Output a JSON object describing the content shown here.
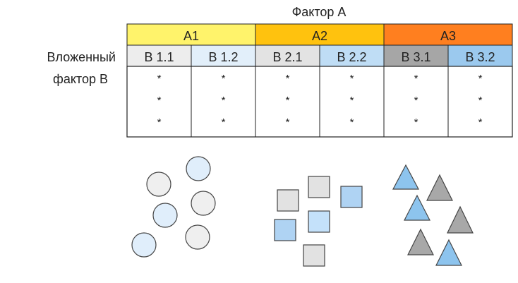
{
  "diagram": {
    "factor_a_title": "Фактор А",
    "nested_label_line1": "Вложенный",
    "nested_label_line2": "фактор В",
    "groups": [
      {
        "label": "А1",
        "color": "#FFF36B",
        "subs": [
          {
            "label": "В 1.1",
            "color": "#EDEDED"
          },
          {
            "label": "В 1.2",
            "color": "#E2EFFA"
          }
        ]
      },
      {
        "label": "А2",
        "color": "#FFC20E",
        "subs": [
          {
            "label": "В 2.1",
            "color": "#E3E3E3"
          },
          {
            "label": "В 2.2",
            "color": "#BFDDF5"
          }
        ]
      },
      {
        "label": "А3",
        "color": "#FF7F1F",
        "subs": [
          {
            "label": "В 3.1",
            "color": "#A6A6A6"
          },
          {
            "label": "В 3.2",
            "color": "#9BC9EE"
          }
        ]
      }
    ],
    "cell_marker": "*",
    "rows_per_cell": 3
  },
  "shapes": {
    "circle_colors": [
      "#EFEFEF",
      "#E0EEFB"
    ],
    "square_colors": [
      "#E2E2E2",
      "#C4E1FA",
      "#AFD3F3"
    ],
    "triangle_colors": [
      "#A8A8A8",
      "#8DC4EE"
    ],
    "outline_color": "#444444"
  }
}
